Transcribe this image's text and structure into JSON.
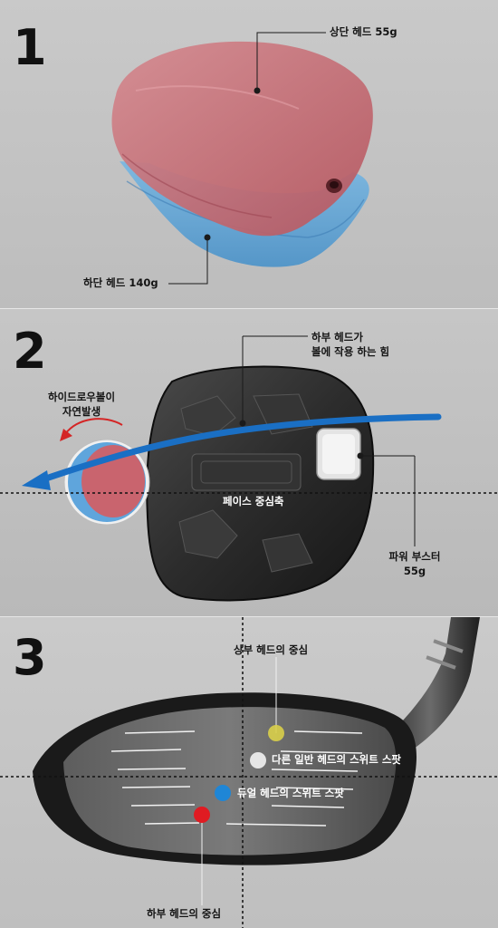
{
  "sections": [
    {
      "number": "1",
      "labels": {
        "upper_head": "상단 헤드 55g",
        "lower_head": "하단 헤드 140g"
      }
    },
    {
      "number": "2",
      "labels": {
        "lower_head_force_line1": "하부 헤드가",
        "lower_head_force_line2": "볼에 작용 하는 힘",
        "high_draw_line1": "하이드로우볼이",
        "high_draw_line2": "자연발생",
        "face_axis": "페이스 중심축",
        "power_booster_line1": "파워 부스터",
        "power_booster_line2": "55g"
      }
    },
    {
      "number": "3",
      "labels": {
        "upper_center": "상부 헤드의 중심",
        "other_sweet_spot": "다른 일반 헤드의 스위트 스팟",
        "dual_sweet_spot": "듀얼 헤드의 스위트 스팟",
        "lower_center": "하부 헤드의 중심"
      }
    }
  ],
  "colors": {
    "upper_head": "#c46a72",
    "lower_head": "#5ea6d6",
    "arrow": "#1a6fc4",
    "rotation_arrow": "#d42525",
    "upper_dot": "#d9cf4a",
    "other_dot": "#e5e5e5",
    "dual_dot": "#1f86d6",
    "lower_dot": "#e01b22"
  }
}
